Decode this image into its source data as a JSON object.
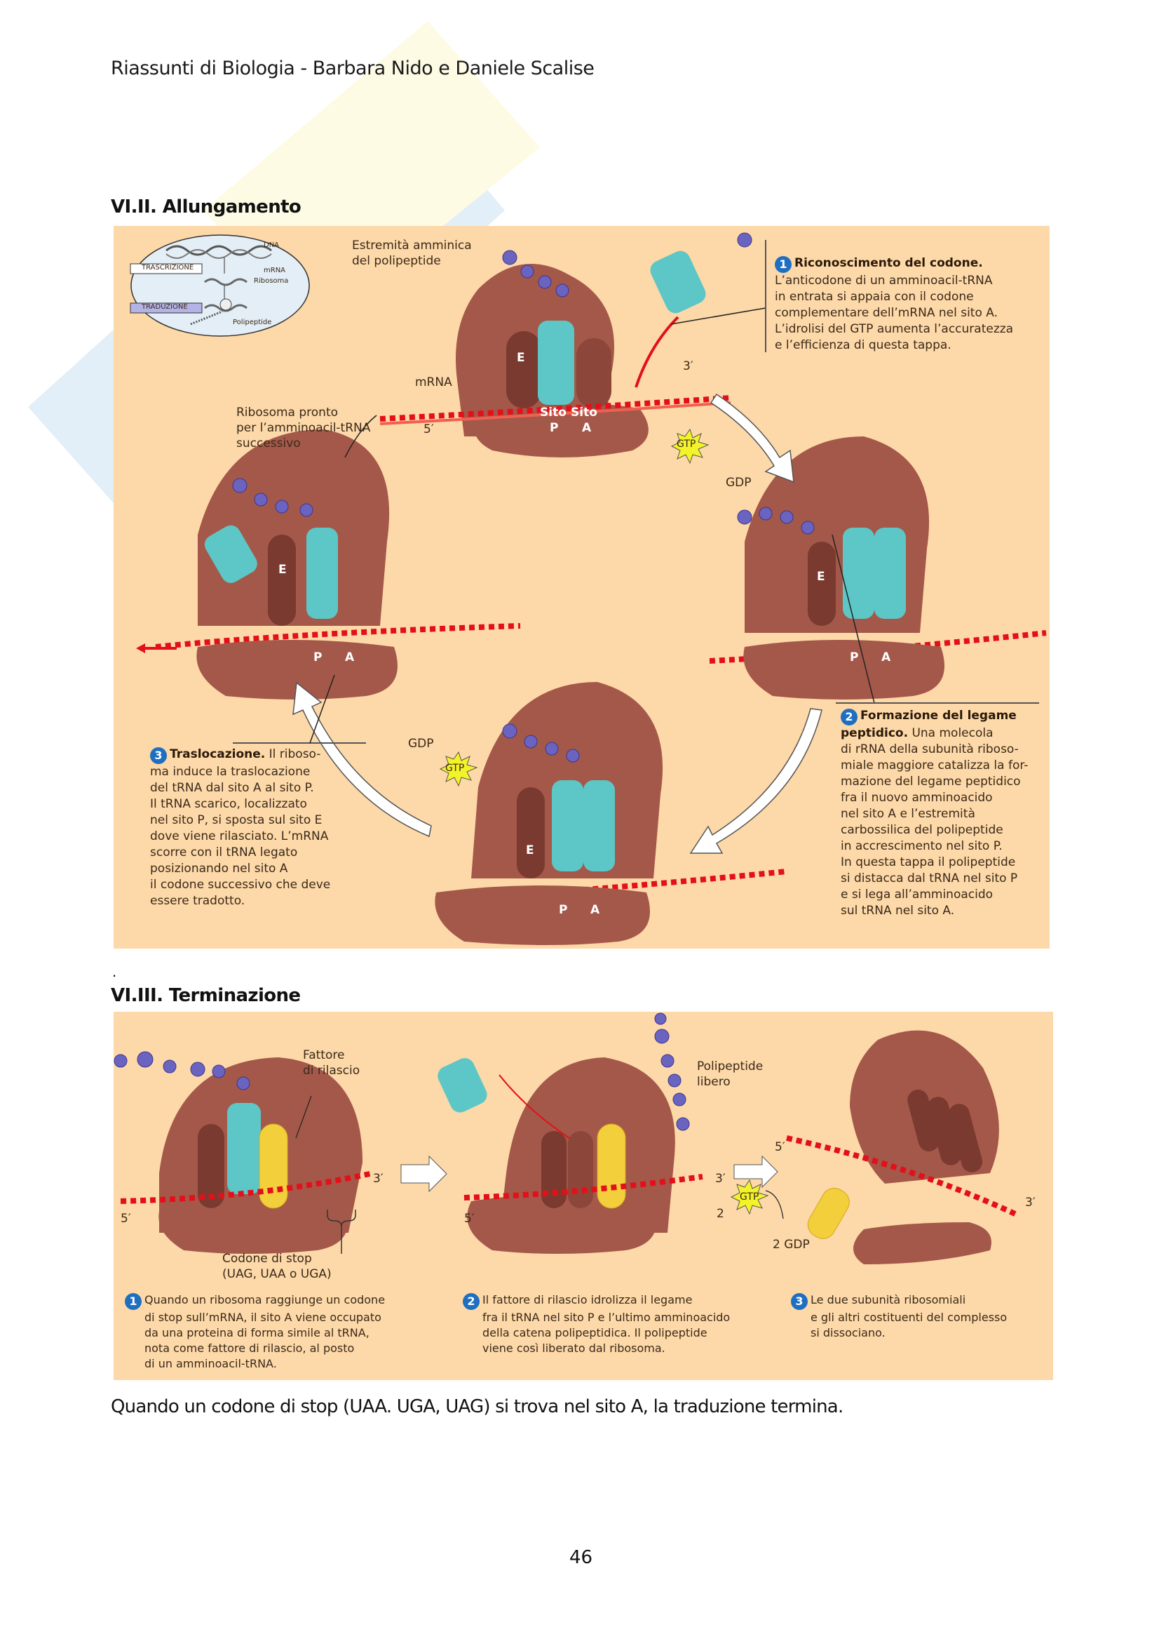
{
  "header": {
    "title": "Riassunti di Biologia - Barbara Nido e Daniele Scalise"
  },
  "sections": [
    {
      "title": "VI.II. Allungamento"
    },
    {
      "title": "VI.III. Terminazione"
    }
  ],
  "separator_dot": ".",
  "elongation_figure": {
    "inset": {
      "dna": "DNA",
      "transcription": "TRASCRIZIONE",
      "mrna": "mRNA",
      "ribosome": "Ribosoma",
      "translation": "TRADUZIONE",
      "polypeptide": "Polipeptide"
    },
    "labels": {
      "amino_end_line1": "Estremità amminica",
      "amino_end_line2": "del polipeptide",
      "mrna": "mRNA",
      "five_prime": "5′",
      "three_prime": "3′",
      "ready_line1": "Ribosoma pronto",
      "ready_line2": "per l’amminoacil-tRNA",
      "ready_line3": "successivo",
      "site_p_top": "Sito",
      "site_a_top": "Sito",
      "site_p": "P",
      "site_a": "A",
      "site_e": "E",
      "gtp": "GTP",
      "gdp": "GDP"
    },
    "steps": [
      {
        "number": "1",
        "title": "Riconoscimento del codone.",
        "lines": [
          "L’anticodone di un amminoacil-tRNA",
          "in entrata si appaia con il codone",
          "complementare dell’mRNA nel sito A.",
          "L’idrolisi del GTP aumenta l’accuratezza",
          "e l’efficienza di questa tappa."
        ]
      },
      {
        "number": "2",
        "title_line1": "Formazione del legame",
        "title_line2": "peptidico.",
        "title_rest": " Una molecola",
        "lines": [
          "di rRNA della subunità riboso-",
          "miale maggiore catalizza la for-",
          "mazione del legame peptidico",
          "fra il nuovo amminoacido",
          "nel sito A e l’estremità",
          "carbossilica del polipeptide",
          "in accrescimento nel sito P.",
          "In questa tappa il polipeptide",
          "si distacca dal tRNA nel sito P",
          "e si lega all’amminoacido",
          "sul tRNA nel sito A."
        ]
      },
      {
        "number": "3",
        "title": "Traslocazione.",
        "title_rest": " Il riboso-",
        "lines": [
          "ma induce la traslocazione",
          "del tRNA dal sito A al sito P.",
          "Il tRNA scarico, localizzato",
          "nel sito P, si sposta sul sito E",
          "dove viene rilasciato. L’mRNA",
          "scorre con il tRNA legato",
          "posizionando nel sito A",
          "il codone successivo che deve",
          "essere tradotto."
        ]
      }
    ]
  },
  "termination_figure": {
    "labels": {
      "release_factor_line1": "Fattore",
      "release_factor_line2": "di rilascio",
      "stop_codon_line1": "Codone di stop",
      "stop_codon_line2": "(UAG, UAA o UGA)",
      "free_polypeptide_line1": "Polipeptide",
      "free_polypeptide_line2": "libero",
      "five_prime": "5′",
      "three_prime": "3′",
      "gtp_count": "2",
      "gtp": "GTP",
      "gdp": "2 GDP"
    },
    "steps": [
      {
        "number": "1",
        "lines": [
          "Quando un ribosoma raggiunge un codone",
          "di stop sull’mRNA, il sito A viene occupato",
          "da una proteina di forma simile al tRNA,",
          "nota come fattore di rilascio, al posto",
          "di un amminoacil-tRNA."
        ]
      },
      {
        "number": "2",
        "lines": [
          "Il fattore di rilascio idrolizza il legame",
          "fra il tRNA nel sito P e l’ultimo amminoacido",
          "della catena polipeptidica. Il polipeptide",
          "viene così liberato dal ribosoma."
        ]
      },
      {
        "number": "3",
        "lines": [
          "Le due subunità ribosomiali",
          "e gli altri costituenti del complesso",
          "si dissociano."
        ]
      }
    ]
  },
  "body_text": "Quando un codone di stop (UAA. UGA, UAG) si trova nel sito A, la traduzione termina.",
  "page_number": "46",
  "colors": {
    "panel": "#fdd8a8",
    "ribosome": "#a4584a",
    "trna": "#5cc7c6",
    "mrna": "#e3101a",
    "amino_acid": "#6a63c0",
    "release_factor": "#f3cf3c",
    "gtp_star": "#f3f32a",
    "step_badge": "#1f6fc1"
  }
}
